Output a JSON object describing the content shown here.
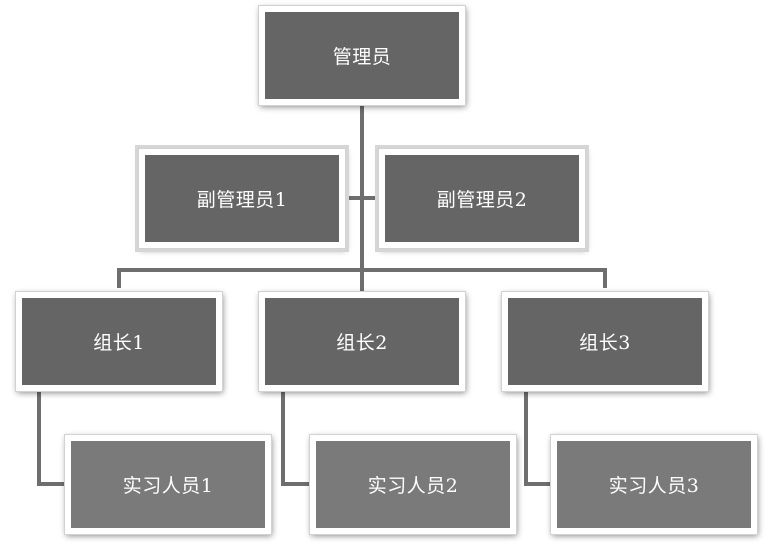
{
  "org_chart": {
    "admin": "管理员",
    "deputies": [
      "副管理员1",
      "副管理员2"
    ],
    "leaders": [
      "组长1",
      "组长2",
      "组长3"
    ],
    "interns": [
      "实习人员1",
      "实习人员2",
      "实习人员3"
    ]
  },
  "colors": {
    "node_dark": "#656565",
    "node_light": "#7a7a7a",
    "connector": "#6e6e6e",
    "text": "#ffffff"
  }
}
